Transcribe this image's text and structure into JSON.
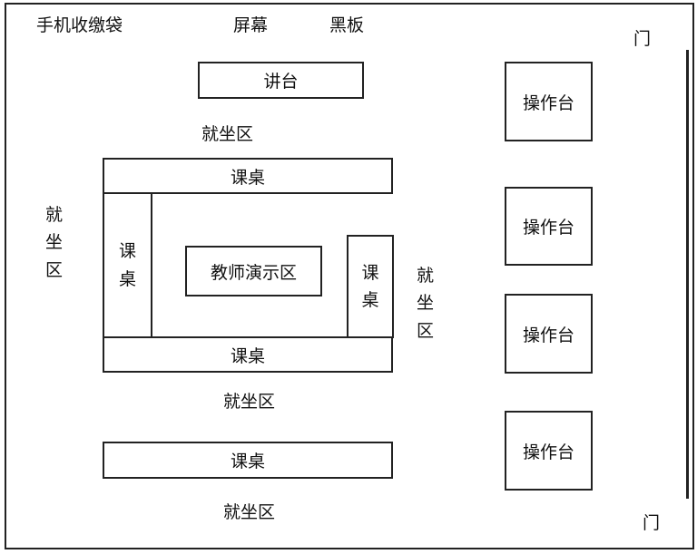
{
  "top_labels": {
    "phone_bag": "手机收缴袋",
    "screen": "屏幕",
    "blackboard": "黑板"
  },
  "doors": [
    "门",
    "门"
  ],
  "podium": "讲台",
  "seating_area": "就坐区",
  "desk": "课桌",
  "demo_area": "教师演示区",
  "console": "操作台",
  "vertical": {
    "seating_area": [
      "就",
      "坐",
      "区"
    ],
    "desk": [
      "课",
      "桌"
    ]
  }
}
